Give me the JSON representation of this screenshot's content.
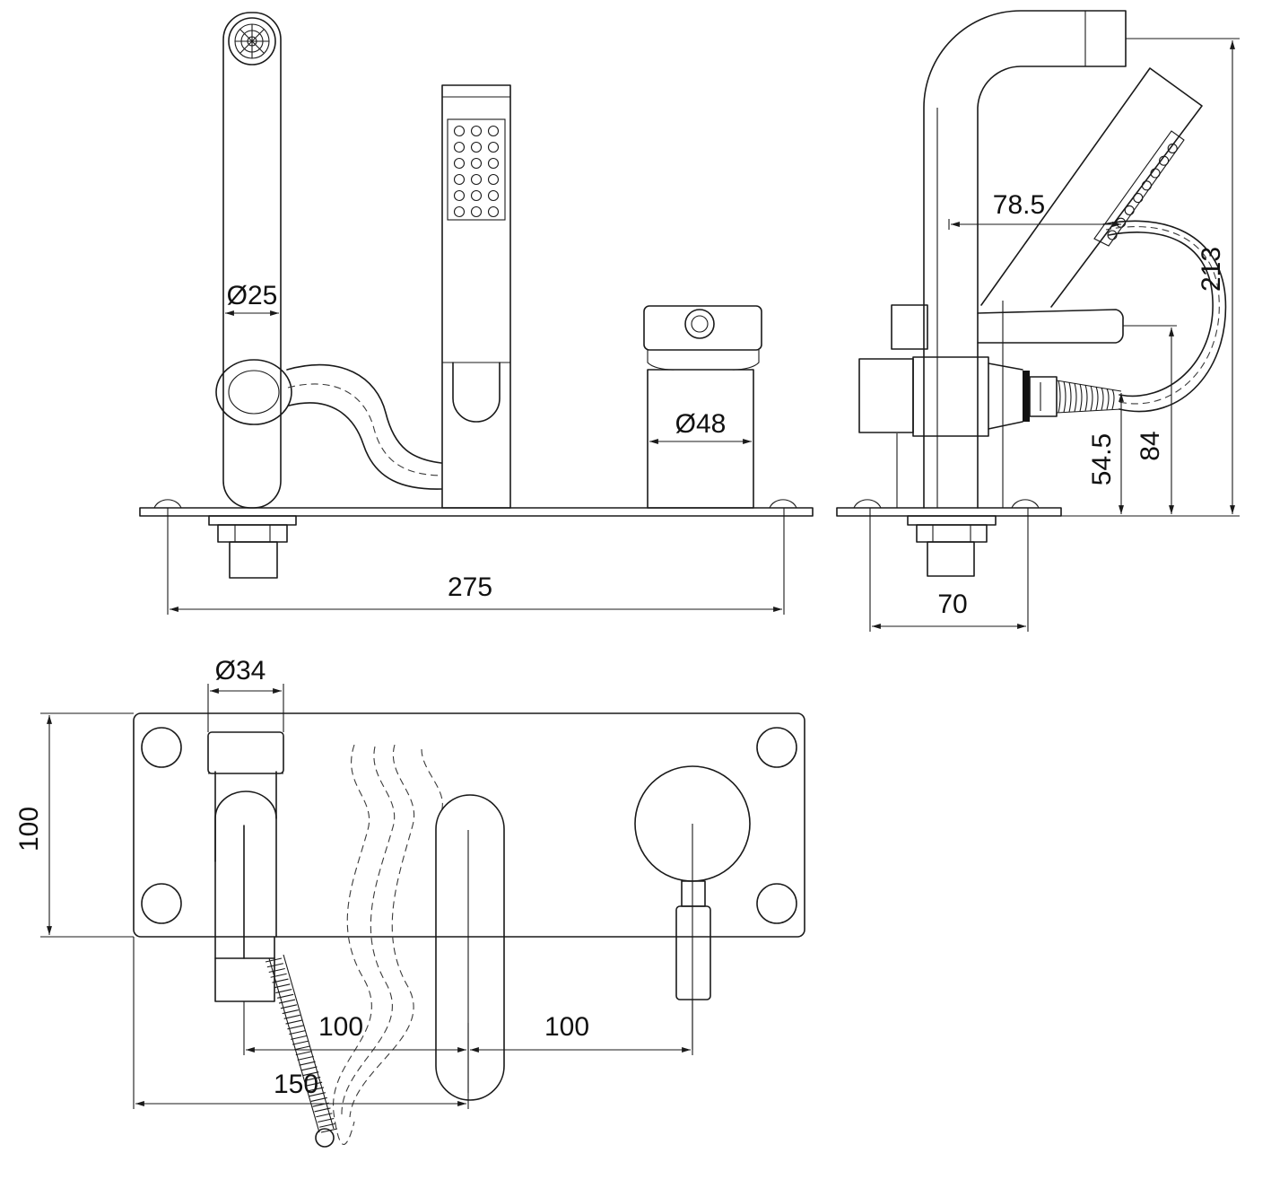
{
  "dimensions": {
    "d25": "Ø25",
    "d48": "Ø48",
    "w275": "275",
    "w70": "70",
    "d785": "78.5",
    "h213": "213",
    "h545": "54.5",
    "h84": "84",
    "d34": "Ø34",
    "h100": "100",
    "s100a": "100",
    "s100b": "100",
    "s150": "150"
  }
}
